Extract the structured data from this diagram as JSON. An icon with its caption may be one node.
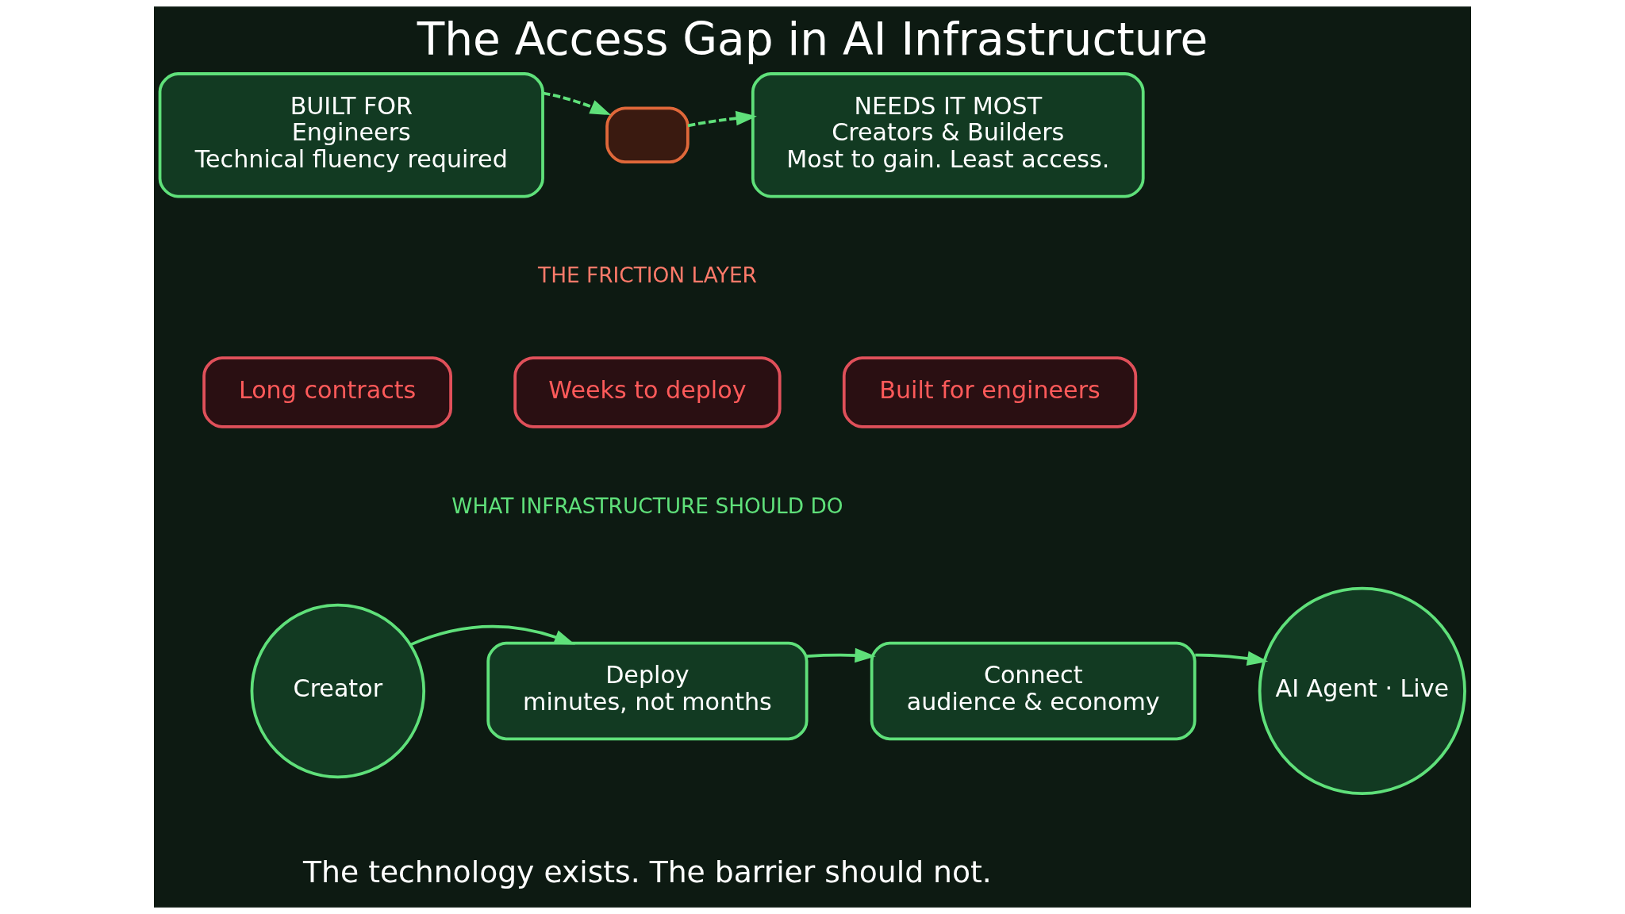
{
  "diagram": {
    "title": "The Access Gap in AI Infrastructure",
    "nodes": [
      {
        "text": [
          "BUILT FOR",
          "Engineers",
          "Technical fluency required"
        ]
      },
      {
        "text": [],
        "shape": "box"
      },
      {
        "text": [
          "NEEDS IT MOST",
          "Creators & Builders",
          "Most to gain. Least access."
        ]
      },
      {
        "text": [
          "Long contracts"
        ]
      },
      {
        "text": [
          "Weeks to deploy"
        ]
      },
      {
        "text": [
          "Built for engineers"
        ]
      },
      {
        "text": [
          "Creator"
        ]
      },
      {
        "text": [
          "Deploy",
          "minutes, not months"
        ]
      },
      {
        "text": [
          "Connect",
          "audience & economy"
        ]
      },
      {
        "text": [
          "AI Agent · Live"
        ]
      }
    ],
    "edges": [
      {
        "from": 0,
        "to": 1,
        "arrow": "to",
        "style": "dashed"
      },
      {
        "from": 1,
        "to": 2,
        "arrow": "to",
        "style": "dashed"
      },
      {
        "from": 6,
        "to": 7,
        "arrow": "to"
      },
      {
        "from": 7,
        "to": 8,
        "arrow": "to"
      },
      {
        "from": 8,
        "to": 9,
        "arrow": "to"
      }
    ],
    "labels": [
      "THE FRICTION LAYER",
      "WHAT INFRASTRUCTURE SHOULD DO",
      "The technology exists. The barrier should not."
    ]
  }
}
